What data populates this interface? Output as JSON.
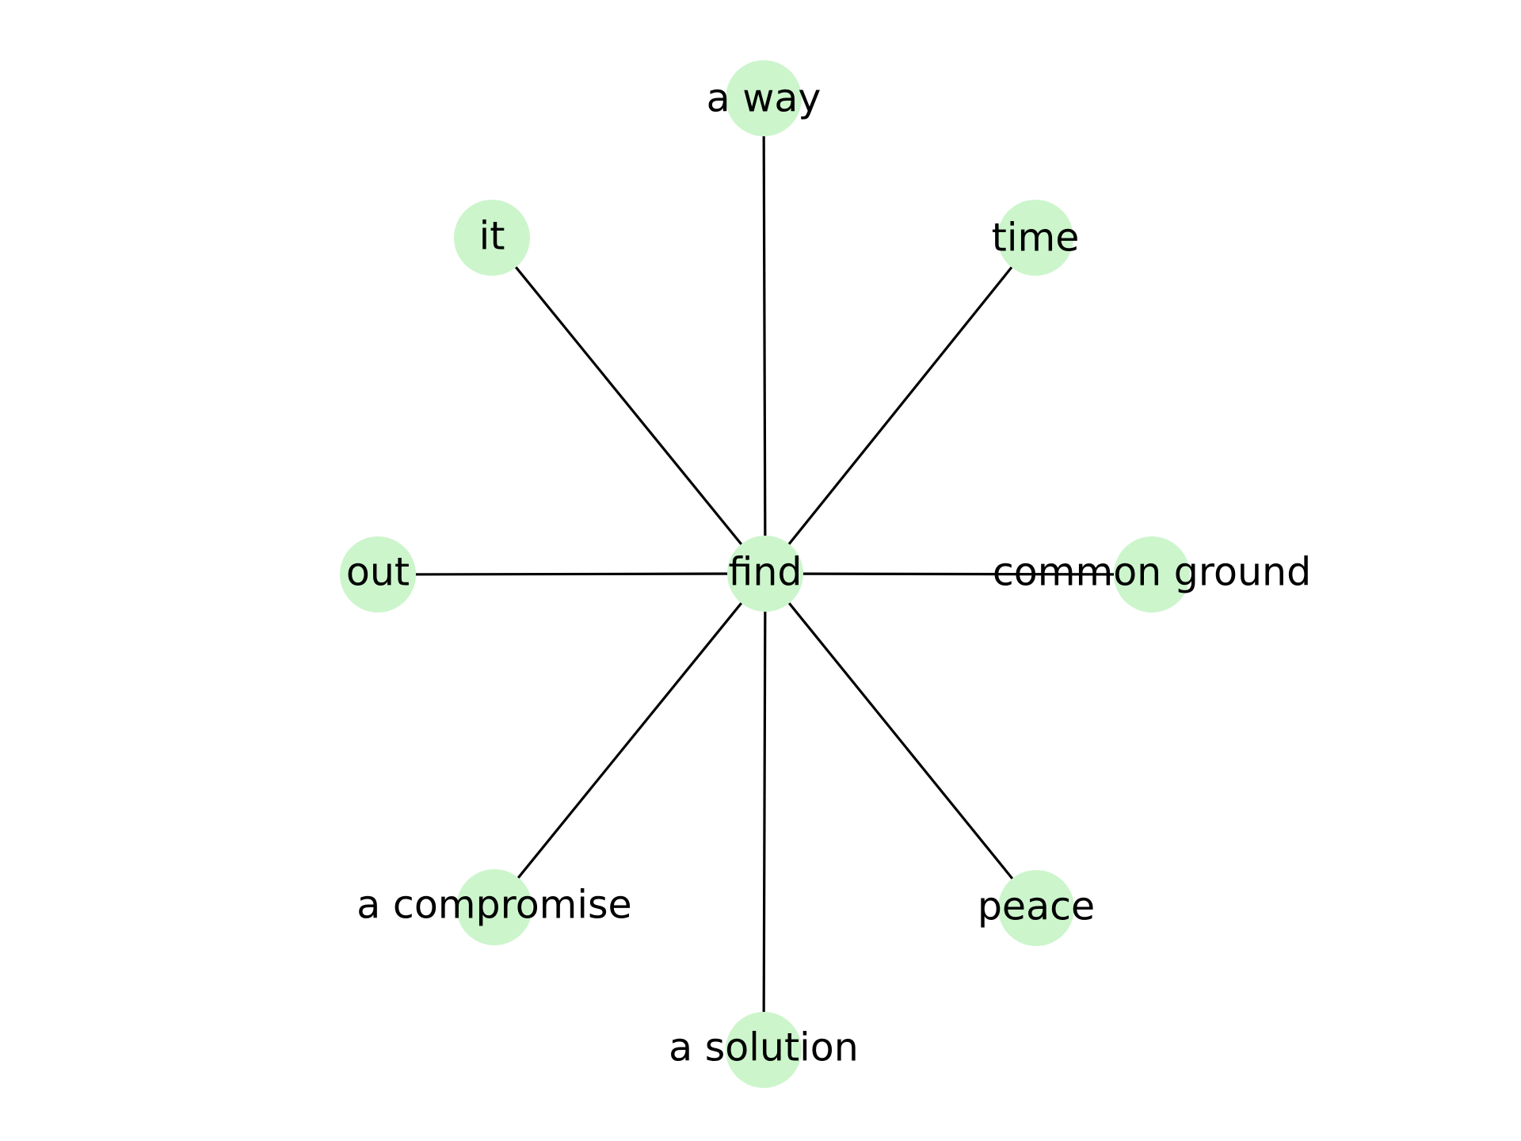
{
  "graph": {
    "center": {
      "label": "find"
    },
    "neighbors": [
      {
        "id": "a-way",
        "label": "a way"
      },
      {
        "id": "it",
        "label": "it"
      },
      {
        "id": "time",
        "label": "time"
      },
      {
        "id": "out",
        "label": "out"
      },
      {
        "id": "common-ground",
        "label": "common ground"
      },
      {
        "id": "a-compromise",
        "label": "a compromise"
      },
      {
        "id": "peace",
        "label": "peace"
      },
      {
        "id": "a-solution",
        "label": "a solution"
      }
    ],
    "node_color": "#ccf5cc",
    "edge_color": "#000000"
  }
}
